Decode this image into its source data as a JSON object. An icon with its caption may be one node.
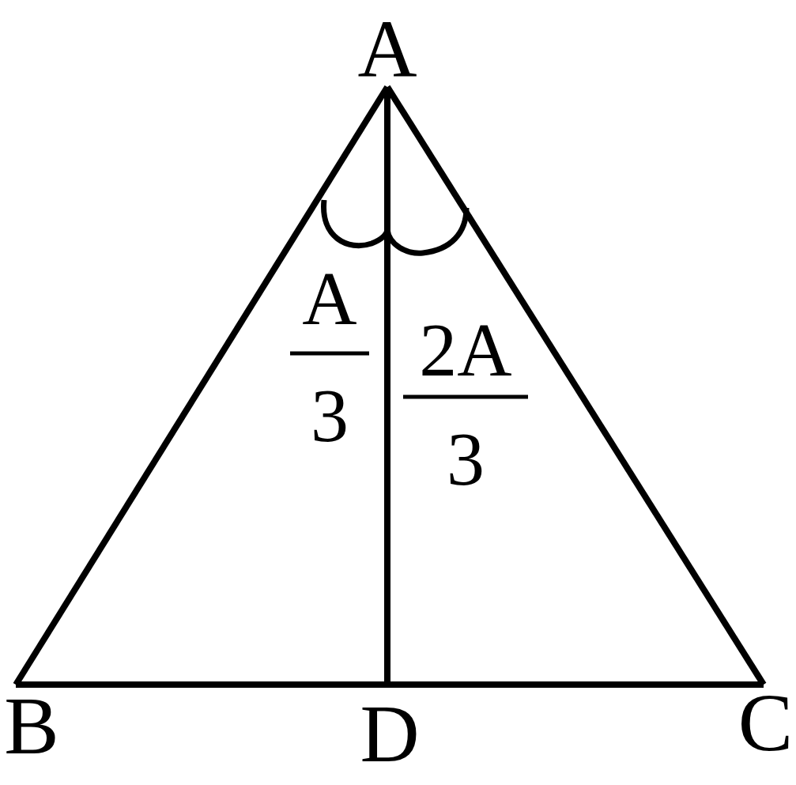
{
  "diagram": {
    "nodes": [
      {
        "text": [
          "A"
        ]
      },
      {
        "text": [
          "B"
        ]
      },
      {
        "text": [
          "D"
        ]
      },
      {
        "text": [
          "C"
        ]
      }
    ],
    "edges": [
      {
        "from": 0,
        "to": 1,
        "arrow": "none"
      },
      {
        "from": 0,
        "to": 3,
        "arrow": "none"
      },
      {
        "from": 0,
        "to": 2,
        "arrow": "none"
      },
      {
        "from": 1,
        "to": 2,
        "arrow": "none"
      },
      {
        "from": 2,
        "to": 3,
        "arrow": "none"
      }
    ],
    "labels": [
      "A",
      "3",
      "2A",
      "3"
    ]
  }
}
